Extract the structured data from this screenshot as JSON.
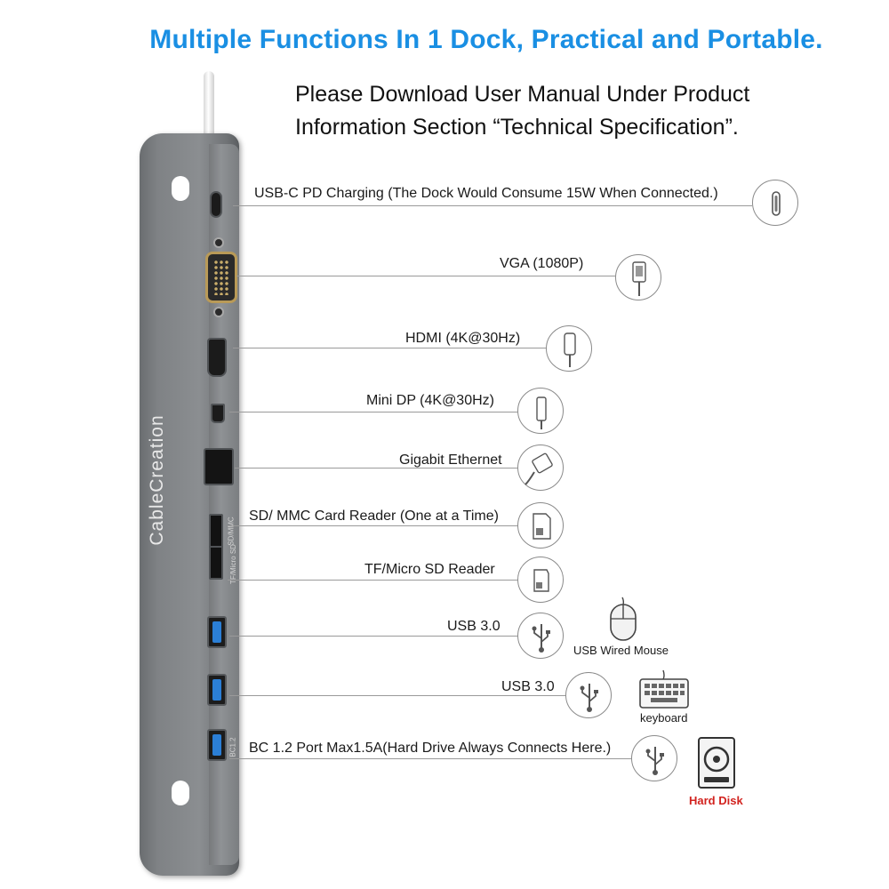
{
  "headline": "Multiple Functions In 1 Dock, Practical and Portable.",
  "subline": [
    "Please Download User Manual Under Product",
    "Information Section “Technical Specification”."
  ],
  "brand": "CableCreation",
  "port_markings": {
    "sd": "SD/MMC",
    "tf": "TF/Micro SD",
    "bc": "BC1.2"
  },
  "ports": [
    {
      "label": "USB-C PD Charging (The Dock Would Consume 15W When Connected.)",
      "icon": "usb-c-port-icon"
    },
    {
      "label": "VGA (1080P)",
      "icon": "vga-connector-icon"
    },
    {
      "label": "HDMI (4K@30Hz)",
      "icon": "hdmi-connector-icon"
    },
    {
      "label": "Mini DP (4K@30Hz)",
      "icon": "mini-dp-connector-icon"
    },
    {
      "label": "Gigabit Ethernet",
      "icon": "ethernet-connector-icon"
    },
    {
      "label": "SD/ MMC Card Reader (One at a Time)",
      "icon": "sd-card-icon"
    },
    {
      "label": "TF/Micro SD Reader",
      "icon": "micro-sd-card-icon"
    },
    {
      "label": "USB 3.0",
      "icon": "usb-symbol-icon"
    },
    {
      "label": "USB 3.0",
      "icon": "usb-symbol-icon"
    },
    {
      "label": "BC 1.2 Port Max1.5A(Hard Drive Always Connects Here.)",
      "icon": "usb-symbol-icon"
    }
  ],
  "peripherals": {
    "mouse": "USB Wired Mouse",
    "keyboard": "keyboard",
    "hard_disk": "Hard Disk"
  },
  "colors": {
    "headline": "#1a8fe3",
    "hard_disk_label": "#d2231f",
    "usb3_blue": "#2b7fd6",
    "vga_gold": "#b99a57"
  }
}
